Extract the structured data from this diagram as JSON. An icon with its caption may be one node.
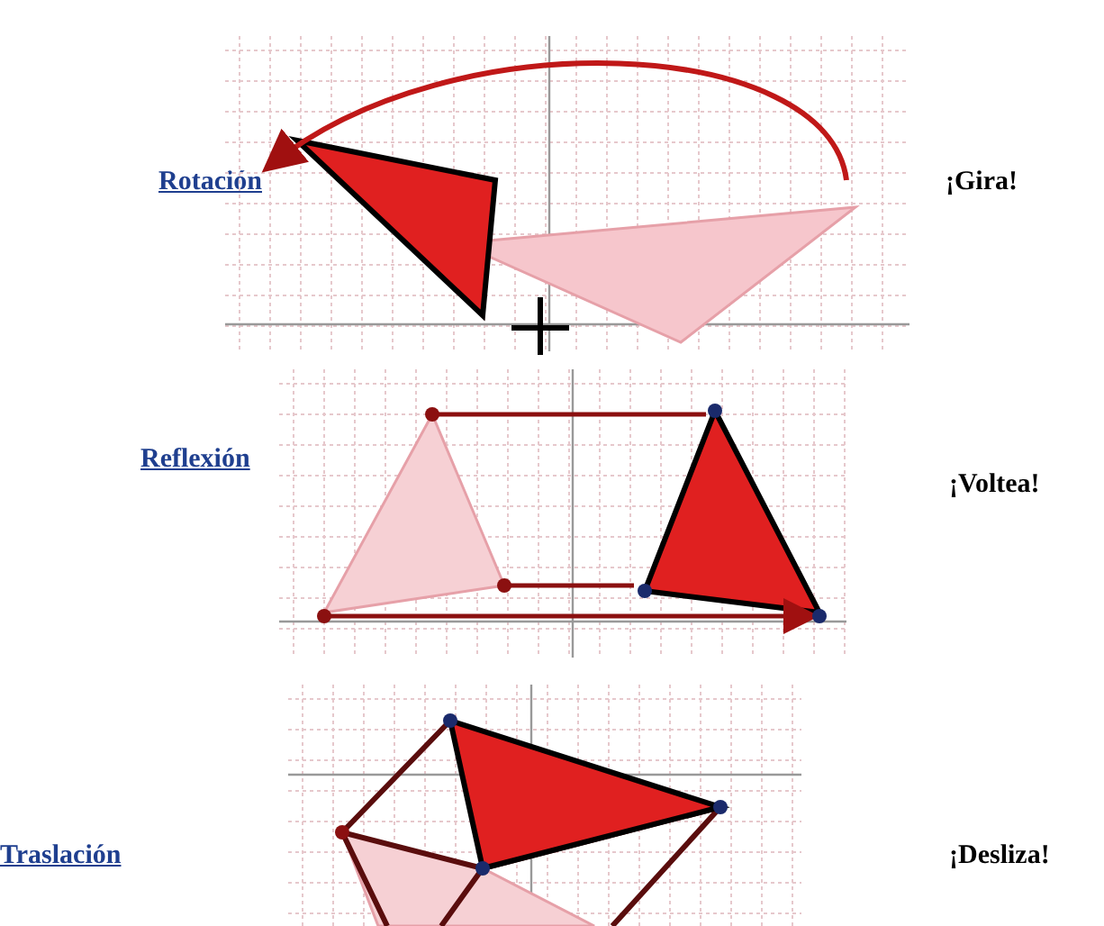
{
  "diagram": {
    "labels": [
      "Rotación",
      "¡Gira!",
      "Reflexión",
      "¡Voltea!",
      "Traslación",
      "¡Desliza!"
    ]
  }
}
